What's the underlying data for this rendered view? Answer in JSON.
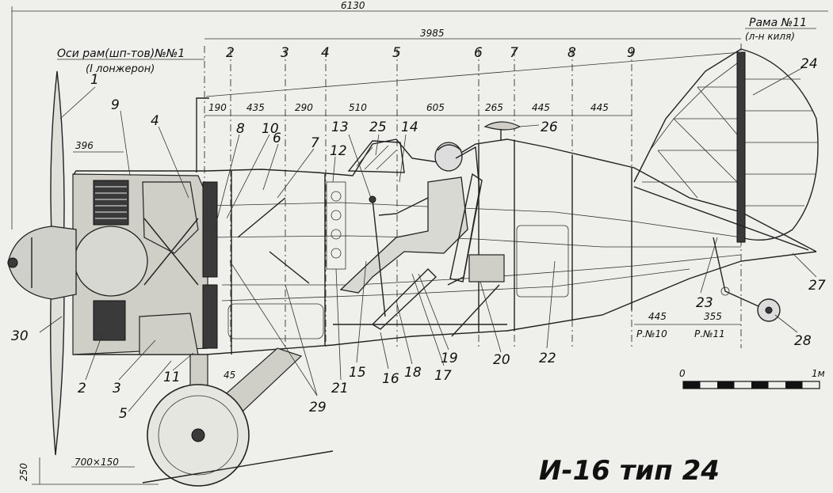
{
  "title": "И-16 тип 24",
  "header": {
    "frame_axes_label": "Оси рам(шп-тов)№№1",
    "spar_label": "(I лонжерон)",
    "keel_frame_label": "Рама №11",
    "keel_frame_sub": "(л-н киля)"
  },
  "dimensions": {
    "overall": "6130",
    "fuselage": "3985",
    "engine": "396",
    "spacing": [
      "190",
      "435",
      "290",
      "510",
      "605",
      "265",
      "445",
      "445"
    ],
    "tail_spacing": [
      "445",
      "355"
    ],
    "frame_refs": [
      "Р.№10",
      "Р.№11"
    ],
    "wheel_size": "700×150",
    "ground_offset": "250",
    "gear_angle": "45"
  },
  "frame_numbers": [
    "2",
    "3",
    "4",
    "5",
    "6",
    "7",
    "8",
    "9"
  ],
  "callouts": [
    "1",
    "2",
    "3",
    "4",
    "5",
    "6",
    "7",
    "8",
    "9",
    "10",
    "11",
    "12",
    "13",
    "14",
    "15",
    "16",
    "17",
    "18",
    "19",
    "20",
    "21",
    "22",
    "23",
    "24",
    "25",
    "26",
    "27",
    "28",
    "29",
    "30"
  ],
  "scale_bar": {
    "start": "0",
    "end": "1м"
  }
}
